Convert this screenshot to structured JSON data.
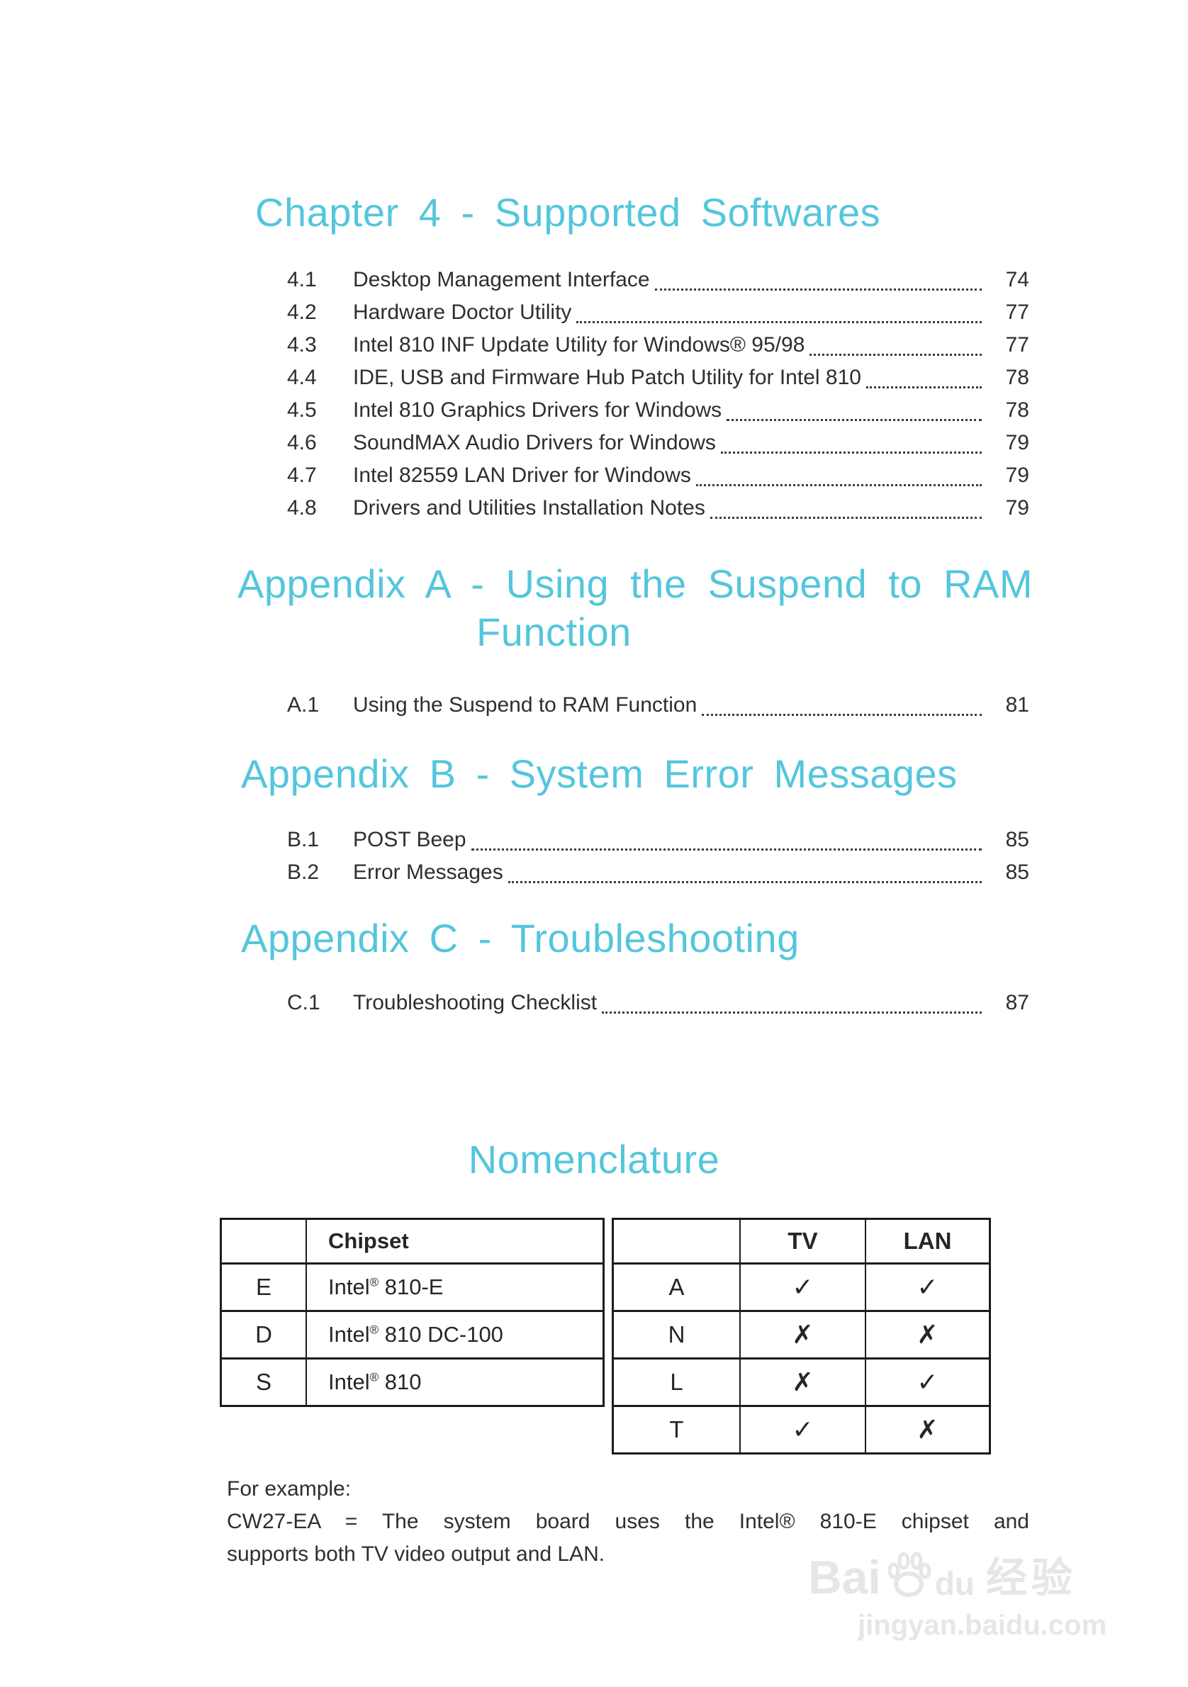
{
  "accent_color": "#54c6dc",
  "chapter4": {
    "heading": "Chapter 4 - Supported Softwares",
    "entries": [
      {
        "num": "4.1",
        "title": "Desktop Management Interface",
        "page": "74"
      },
      {
        "num": "4.2",
        "title": "Hardware Doctor Utility",
        "page": "77"
      },
      {
        "num": "4.3",
        "title": "Intel 810 INF Update Utility for Windows® 95/98",
        "page": "77"
      },
      {
        "num": "4.4",
        "title": "IDE, USB and Firmware Hub Patch Utility for Intel 810",
        "page": "78"
      },
      {
        "num": "4.5",
        "title": "Intel 810 Graphics Drivers for Windows",
        "page": "78"
      },
      {
        "num": "4.6",
        "title": "SoundMAX Audio Drivers for Windows",
        "page": "79"
      },
      {
        "num": "4.7",
        "title": "Intel 82559 LAN Driver for Windows",
        "page": "79"
      },
      {
        "num": "4.8",
        "title": "Drivers and Utilities Installation Notes",
        "page": "79"
      }
    ]
  },
  "appendixA": {
    "heading_line1": "Appendix A - Using the Suspend to RAM",
    "heading_line2": "Function",
    "entries": [
      {
        "num": "A.1",
        "title": "Using the Suspend to RAM Function",
        "page": "81"
      }
    ]
  },
  "appendixB": {
    "heading": "Appendix B - System Error Messages",
    "entries": [
      {
        "num": "B.1",
        "title": "POST Beep",
        "page": "85"
      },
      {
        "num": "B.2",
        "title": "Error Messages",
        "page": "85"
      }
    ]
  },
  "appendixC": {
    "heading": "Appendix C - Troubleshooting",
    "entries": [
      {
        "num": "C.1",
        "title": "Troubleshooting Checklist",
        "page": "87"
      }
    ]
  },
  "nomenclature": {
    "heading": "Nomenclature",
    "chipset_table": {
      "header": "Chipset",
      "reg_mark": "®",
      "rows": [
        {
          "code": "E",
          "brand": "Intel",
          "model": "810-E"
        },
        {
          "code": "D",
          "brand": "Intel",
          "model": "810 DC-100"
        },
        {
          "code": "S",
          "brand": "Intel",
          "model": "810"
        }
      ]
    },
    "feature_table": {
      "tv_header": "TV",
      "lan_header": "LAN",
      "rows": [
        {
          "code": "A",
          "tv": "✓",
          "lan": "✓"
        },
        {
          "code": "N",
          "tv": "✗",
          "lan": "✗"
        },
        {
          "code": "L",
          "tv": "✗",
          "lan": "✓"
        },
        {
          "code": "T",
          "tv": "✓",
          "lan": "✗"
        }
      ]
    },
    "example": {
      "line1": "For example:",
      "line2": "CW27-EA =  The system board uses the Intel® 810-E chipset and",
      "line3": "supports both TV video output and LAN."
    }
  },
  "watermark": {
    "brand_part1": "Bai",
    "brand_part2": "du",
    "brand_cjk": "经验",
    "url": "jingyan.baidu.com"
  }
}
